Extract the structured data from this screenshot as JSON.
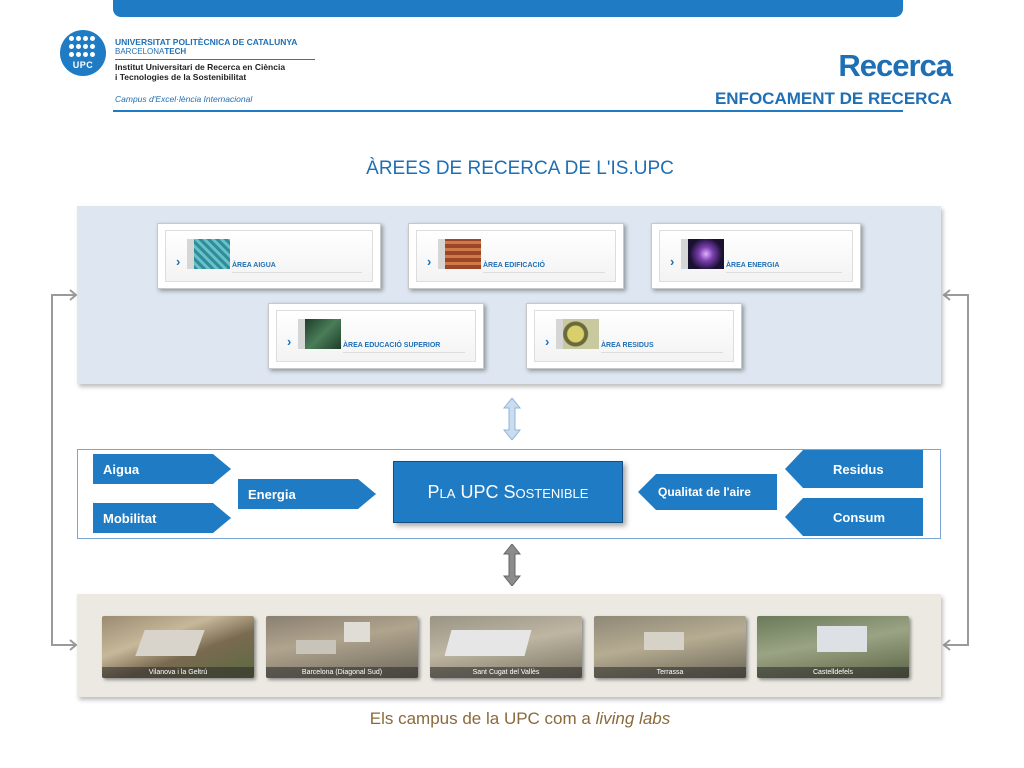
{
  "header": {
    "university": "UNIVERSITAT POLITÈCNICA DE CATALUNYA",
    "tech_prefix": "BARCELONA",
    "tech_suffix": "TECH",
    "logo_text": "UPC",
    "institute_line1": "Institut Universitari de Recerca en Ciència",
    "institute_line2": "i Tecnologies de la Sostenibilitat",
    "campus_tagline": "Campus d'Excel·lència Internacional",
    "section_title": "Recerca",
    "section_subtitle": "ENFOCAMENT DE RECERCA"
  },
  "main_title": "ÀREES DE RECERCA DE L'IS.UPC",
  "areas": [
    {
      "label": "ÀREA AIGUA",
      "thumb_color": "#3a9aa8"
    },
    {
      "label": "ÀREA EDIFICACIÓ",
      "thumb_color": "#b4583a"
    },
    {
      "label": "ÀREA ENERGIA",
      "thumb_color": "#2a2250"
    },
    {
      "label": "ÀREA EDUCACIÓ SUPERIOR",
      "thumb_color": "#2f5a3a"
    },
    {
      "label": "ÀREA RESIDUS",
      "thumb_color": "#8a8a4a"
    }
  ],
  "plan": {
    "left_tags": [
      "Aigua",
      "Energia",
      "Mobilitat"
    ],
    "center": "Pla UPC Sostenible",
    "right_tags": [
      "Residus",
      "Qualitat de l'aire",
      "Consum"
    ]
  },
  "campuses": [
    "Vilanova i la Geltrú",
    "Barcelona (Diagonal Sud)",
    "Sant Cugat del Vallès",
    "Terrassa",
    "Castelldefels"
  ],
  "bottom_caption_prefix": "Els campus de la UPC com a ",
  "bottom_caption_italic": "living labs",
  "colors": {
    "brand_blue": "#1f7cc4",
    "title_blue": "#1f6fb5",
    "panel_blue": "#dde6f1",
    "panel_beige": "#ebe9e2",
    "caption_brown": "#8a6a3a"
  }
}
